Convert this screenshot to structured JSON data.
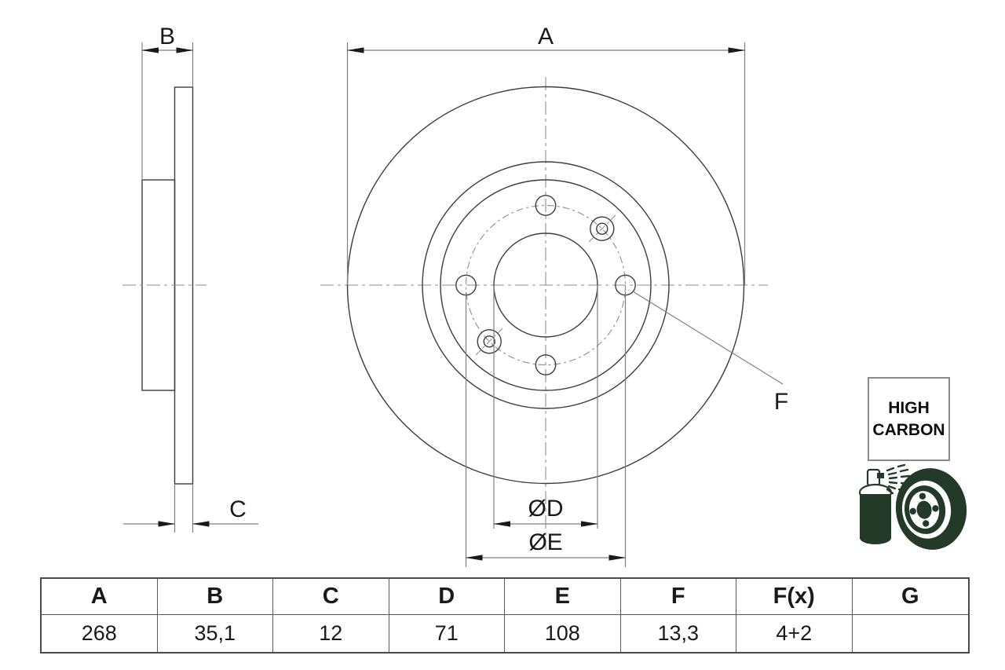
{
  "drawing": {
    "dimension_labels": {
      "a": "A",
      "b": "B",
      "c": "C",
      "d": "ØD",
      "e": "ØE",
      "f": "F"
    },
    "views": {
      "left": "disc-cross-section",
      "right": "disc-front-view"
    },
    "bolt_pattern": "4 bolt holes + 2 pin holes"
  },
  "badge": {
    "line1": "HIGH",
    "line2": "CARBON"
  },
  "icons": {
    "coating_icon": "spray-can-coating-brake-disc-icon"
  },
  "table": {
    "headers": [
      "A",
      "B",
      "C",
      "D",
      "E",
      "F",
      "F(x)",
      "G"
    ],
    "values": [
      "268",
      "35,1",
      "12",
      "71",
      "108",
      "13,3",
      "4+2",
      ""
    ]
  },
  "colors": {
    "icon_green": "#223a27",
    "line_dark": "#3c3c3c",
    "line_dim": "#7f7f7f",
    "text": "#1a1a1a",
    "background": "#ffffff"
  }
}
